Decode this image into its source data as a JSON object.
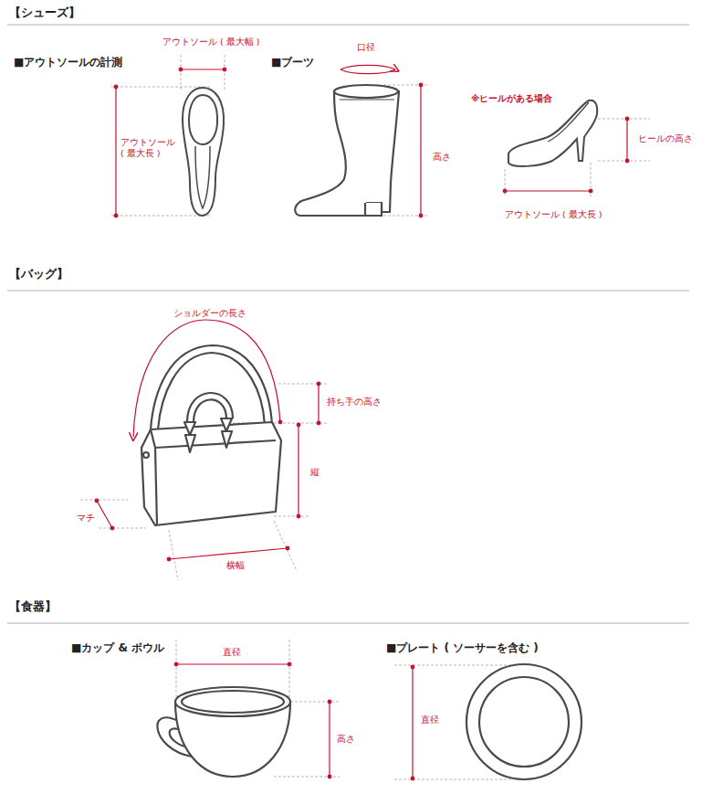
{
  "diagram": {
    "labels": [
      "【シューズ】",
      "アウトソール ( 最大幅 )",
      "■アウトソールの計測",
      "■ブーツ",
      "口径",
      "※ヒールがある場合",
      "ヒールの高さ",
      "アウトソール ( 最大長 )",
      "高さ",
      "アウトソール ( 最大長 )",
      "【バッグ】",
      "ショルダーの長さ",
      "持ち手の高さ",
      "縦",
      "マチ",
      "横幅",
      "【食器】",
      "■カップ & ボウル",
      "直径",
      "■プレート ( ソーサーを含む )",
      "高さ",
      "直径"
    ]
  }
}
